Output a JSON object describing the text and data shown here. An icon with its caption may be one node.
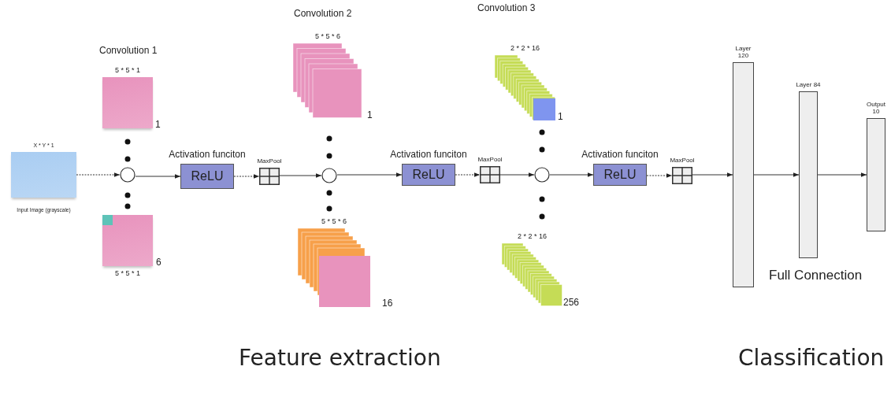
{
  "diagram": {
    "nodes": [
      {
        "text": [
          "X * Y * 1"
        ],
        "beside": [
          "Input Image (grayscale)"
        ]
      },
      {
        "text": [
          "5 * 5 * 1"
        ],
        "beside": [
          "1"
        ]
      },
      {
        "text": [
          "5 * 5 * 1"
        ],
        "beside": [
          "6"
        ]
      },
      {
        "text": [],
        "shape": "circle"
      },
      {
        "text": [
          "Activation funciton",
          "ReLU"
        ]
      },
      {
        "text": [
          "MaxPool"
        ]
      },
      {
        "text": [
          "5 * 5 * 6"
        ],
        "beside": [
          "1"
        ]
      },
      {
        "text": [
          "5 * 5 * 6"
        ],
        "beside": [
          "16"
        ]
      },
      {
        "text": [],
        "shape": "circle"
      },
      {
        "text": [
          "Activation funciton",
          "ReLU"
        ]
      },
      {
        "text": [
          "MaxPool"
        ]
      },
      {
        "text": [
          "2 * 2 * 16"
        ],
        "beside": [
          "1"
        ]
      },
      {
        "text": [
          "2 * 2 * 16"
        ],
        "beside": [
          "256"
        ]
      },
      {
        "text": [],
        "shape": "circle"
      },
      {
        "text": [
          "Activation funciton",
          "ReLU"
        ]
      },
      {
        "text": [
          "MaxPool"
        ]
      },
      {
        "text": [
          "Layer 120"
        ]
      },
      {
        "text": [
          "Layer 84"
        ]
      },
      {
        "text": [
          "Output 10"
        ]
      }
    ],
    "edges": [
      {
        "from": 0,
        "to": 3,
        "arrow": "to",
        "style": "dashed"
      },
      {
        "from": 3,
        "to": 4,
        "arrow": "to"
      },
      {
        "from": 4,
        "to": 5,
        "arrow": "to",
        "style": "dashed"
      },
      {
        "from": 5,
        "to": 8,
        "arrow": "to"
      },
      {
        "from": 8,
        "to": 9,
        "arrow": "to"
      },
      {
        "from": 9,
        "to": 10,
        "arrow": "to",
        "style": "dashed"
      },
      {
        "from": 10,
        "to": 13,
        "arrow": "to"
      },
      {
        "from": 13,
        "to": 14,
        "arrow": "to"
      },
      {
        "from": 14,
        "to": 15,
        "arrow": "to",
        "style": "dashed"
      },
      {
        "from": 15,
        "to": 16,
        "arrow": "to"
      },
      {
        "from": 16,
        "to": 17,
        "arrow": "to"
      },
      {
        "from": 17,
        "to": 18,
        "arrow": "to"
      }
    ],
    "labels": [
      "Convolution 1",
      "Convolution 2",
      "Convolution 3",
      "Full Connection",
      "Feature extraction",
      "Classification"
    ]
  }
}
